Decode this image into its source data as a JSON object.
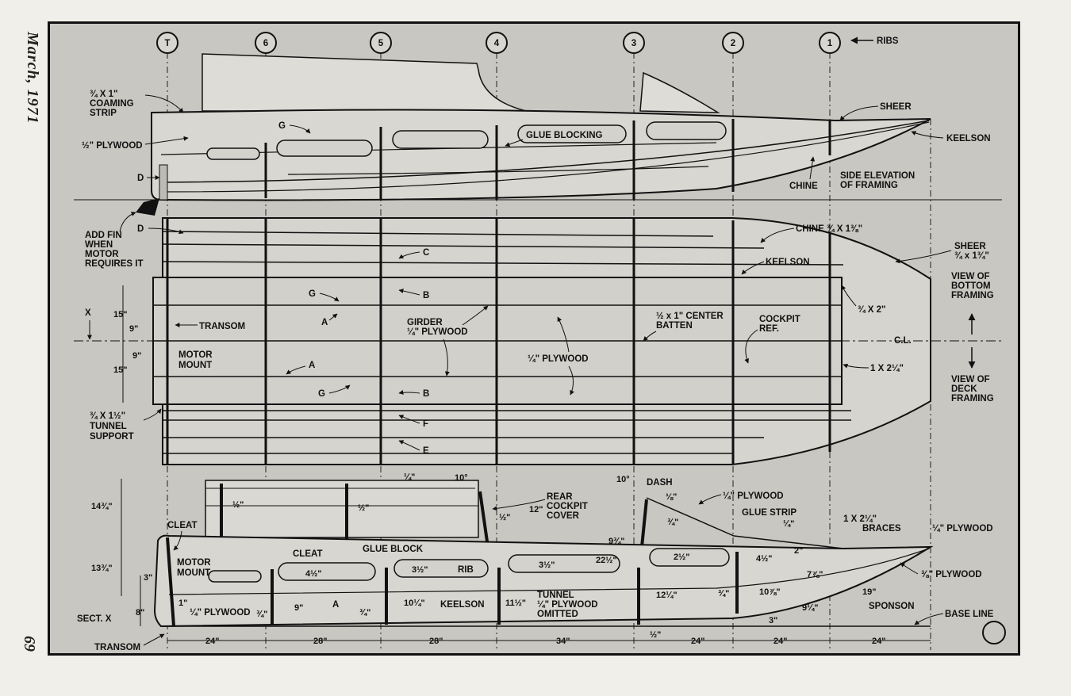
{
  "margin": {
    "date": "March, 1971",
    "page_number": "69"
  },
  "ribs": {
    "marker_label": "RIBS",
    "items": [
      "T",
      "6",
      "5",
      "4",
      "3",
      "2",
      "1"
    ]
  },
  "side_elevation": {
    "title_line1": "SIDE ELEVATION",
    "title_line2": "OF FRAMING",
    "coaming_l1": "¾ X 1\"",
    "coaming_l2": "COAMING",
    "coaming_l3": "STRIP",
    "plywood": "½\" PLYWOOD",
    "g": "G",
    "d": "D",
    "glue_blocking": "GLUE BLOCKING",
    "sheer": "SHEER",
    "keelson": "KEELSON",
    "chine": "CHINE",
    "fin_l1": "ADD FIN",
    "fin_l2": "WHEN",
    "fin_l3": "MOTOR",
    "fin_l4": "REQUIRES IT"
  },
  "plan_view": {
    "d": "D",
    "chine": "CHINE ¾ X 1⅜\"",
    "sheer_l1": "SHEER",
    "sheer_l2": "¾ x 1¾\"",
    "keelson": "KEELSON",
    "c": "C",
    "b_top": "B",
    "b_bottom": "B",
    "g_top": "G",
    "g_bottom": "G",
    "a_top": "A",
    "a_bottom": "A",
    "f": "F",
    "e": "E",
    "x": "X",
    "d15a": "15\"",
    "d9a": "9\"",
    "d9b": "9\"",
    "d15b": "15\"",
    "transom": "TRANSOM",
    "motor_l1": "MOTOR",
    "motor_l2": "MOUNT",
    "girder_l1": "GIRDER",
    "girder_l2": "¼\" PLYWOOD",
    "quarter_plywood": "¼\" PLYWOOD",
    "batten_l1": "½ x 1\" CENTER",
    "batten_l2": "BATTEN",
    "cockpit_l1": "COCKPIT",
    "cockpit_l2": "REF.",
    "cl": "C.L.",
    "three_quarter_2": "¾ X 2\"",
    "one_by": "1 X 2¼\"",
    "tunnel_l1": "¾ X 1½\"",
    "tunnel_l2": "TUNNEL",
    "tunnel_l3": "SUPPORT",
    "bottom_l1": "VIEW OF",
    "bottom_l2": "BOTTOM",
    "bottom_l3": "FRAMING",
    "deck_l1": "VIEW OF",
    "deck_l2": "DECK",
    "deck_l3": "FRAMING"
  },
  "section": {
    "h14": "14¾\"",
    "h13": "13¾\"",
    "h3": "3\"",
    "h8": "8\"",
    "sect_x": "SECT. X",
    "transom": "TRANSOM",
    "half1": "½\"",
    "half2": "½\"",
    "quarter_top": "¼\"",
    "ten_deg_a": "10°",
    "ten_deg_b": "10°",
    "rear_l1": "REAR",
    "rear_l2": "COCKPIT",
    "rear_l3": "COVER",
    "d12": "12\"",
    "half3": "½\"",
    "dash": "DASH",
    "eighth": "⅛\"",
    "qp_top": "¼\" PLYWOOD",
    "glue_strip": "GLUE STRIP",
    "q34a": "¾\"",
    "q14b": "¼\"",
    "one_by": "1 X 2¼\"",
    "braces": "BRACES",
    "qp_right": "¼\" PLYWOOD",
    "three_eighth": "⅜\" PLYWOOD",
    "cleat_a": "CLEAT",
    "cleat_b": "CLEAT",
    "motor_l1": "MOTOR",
    "motor_l2": "MOUNT",
    "glue_block": "GLUE BLOCK",
    "d4_5": "4½\"",
    "d3_5a": "3½\"",
    "rib": "RIB",
    "d3_5b": "3½\"",
    "d9_75": "9¾\"",
    "d22": "22½\"",
    "d2_5": "2½\"",
    "d4_5b": "4½\"",
    "d2": "2\"",
    "d7": "7⅞\"",
    "d19": "19\"",
    "d1": "1\"",
    "qp_bottom": "¼\" PLYWOOD",
    "q34b": "¾\"",
    "d9": "9\"",
    "a": "A",
    "q34c": "¾\"",
    "d10": "10¼\"",
    "keelson": "KEELSON",
    "d11": "11½\"",
    "tun_l1": "TUNNEL",
    "tun_l2": "¼\" PLYWOOD",
    "tun_l3": "OMITTED",
    "d12_25": "12¼\"",
    "q34d": "¾\"",
    "d10_78": "10⅞\"",
    "d3": "3\"",
    "d9_25": "9¼\"",
    "sponson": "SPONSON",
    "base_line": "BASE LINE",
    "half_bottom": "½\"",
    "s24a": "24\"",
    "s28a": "28\"",
    "s28b": "28\"",
    "s34": "34\"",
    "s24b": "24\"",
    "s24c": "24\"",
    "s24d": "24\""
  }
}
